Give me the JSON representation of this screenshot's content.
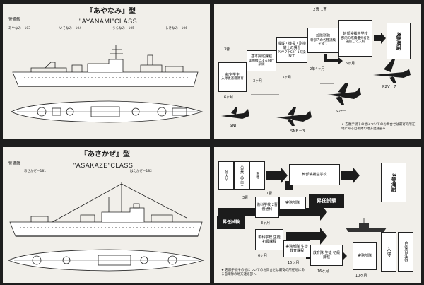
{
  "tl": {
    "title": "『あやなみ』型",
    "category": "警備艦",
    "class_name": "\"AYANAMI\"CLASS",
    "ships": [
      "あやなみ－103",
      "いそなみ－104",
      "うらなみ－105",
      "しきなみ－106"
    ]
  },
  "tr": {
    "top_label": "2曹  1曹",
    "box_kanbu": "幹部候補生学校",
    "box_kanbu_note": "部内の成績優秀者を選抜して入校",
    "box_3tou": "3等海尉",
    "box_shiken": "部隊勤務",
    "box_shiken_note": "幹部内の各種試験を経て",
    "box_tokka": "操縦・機長・副操縦士の講習",
    "box_tokka_note": "P2V-7やS2F-1の操縦士",
    "box_kihon": "基本操縦課程",
    "box_kihon_note": "実用機による飛行訓練",
    "box_hikou": "航空学生",
    "box_hikou_note": "入隊後基礎教育",
    "label_3sou": "3曹",
    "label_6m_a": "6ヶ月",
    "label_2y4m": "2年4ヶ月",
    "label_3m_a": "3ヶ月",
    "label_3m_b": "3ヶ月",
    "label_6m_b": "6ヶ月",
    "aircraft": {
      "p2v": "P2V－7",
      "s2f": "S2F－1",
      "snj": "SNJ",
      "snb": "SNB－3"
    },
    "note": "志願手続その他についてのお問合せは最寄の所在地にある自衛隊の地方連絡部へ"
  },
  "bl": {
    "title": "『あさかぜ』型",
    "category": "警備艦",
    "class_name": "\"ASAKAZE\"CLASS",
    "ships": [
      "あさかぜ－181",
      "はたかぜ－182"
    ]
  },
  "br": {
    "top_row": [
      "防大卒",
      "公募(大学卒)",
      "海曹"
    ],
    "box_kanbu": "幹部候補生学校",
    "box_3tou": "3等海尉",
    "label_1sou": "1曹",
    "label_3sou": "3曹",
    "box_shinin": "昇任試験",
    "box_shinin_left": "昇任試験",
    "box_jisshu": "実務部隊",
    "box_senmon": "術科学校 2曹普通科",
    "box_jisshu2": "実務部隊 生徒教育課程",
    "box_jutsuka2": "術科学校 生徒 初級課程",
    "box_jisshu3": "実務部隊",
    "box_seito": "教育隊 生徒 初級課程",
    "box_nyutai": "入隊",
    "box_jieikan": "自衛官生徒",
    "label_6m": "6ヶ月",
    "label_3m": "3ヶ月",
    "label_15m": "15ヶ月",
    "label_10m": "10ヶ月",
    "label_16m": "16ヶ月",
    "note": "志願手続その他についてのお問合せは最寄の所在地にある自衛隊の地方連絡部へ"
  }
}
